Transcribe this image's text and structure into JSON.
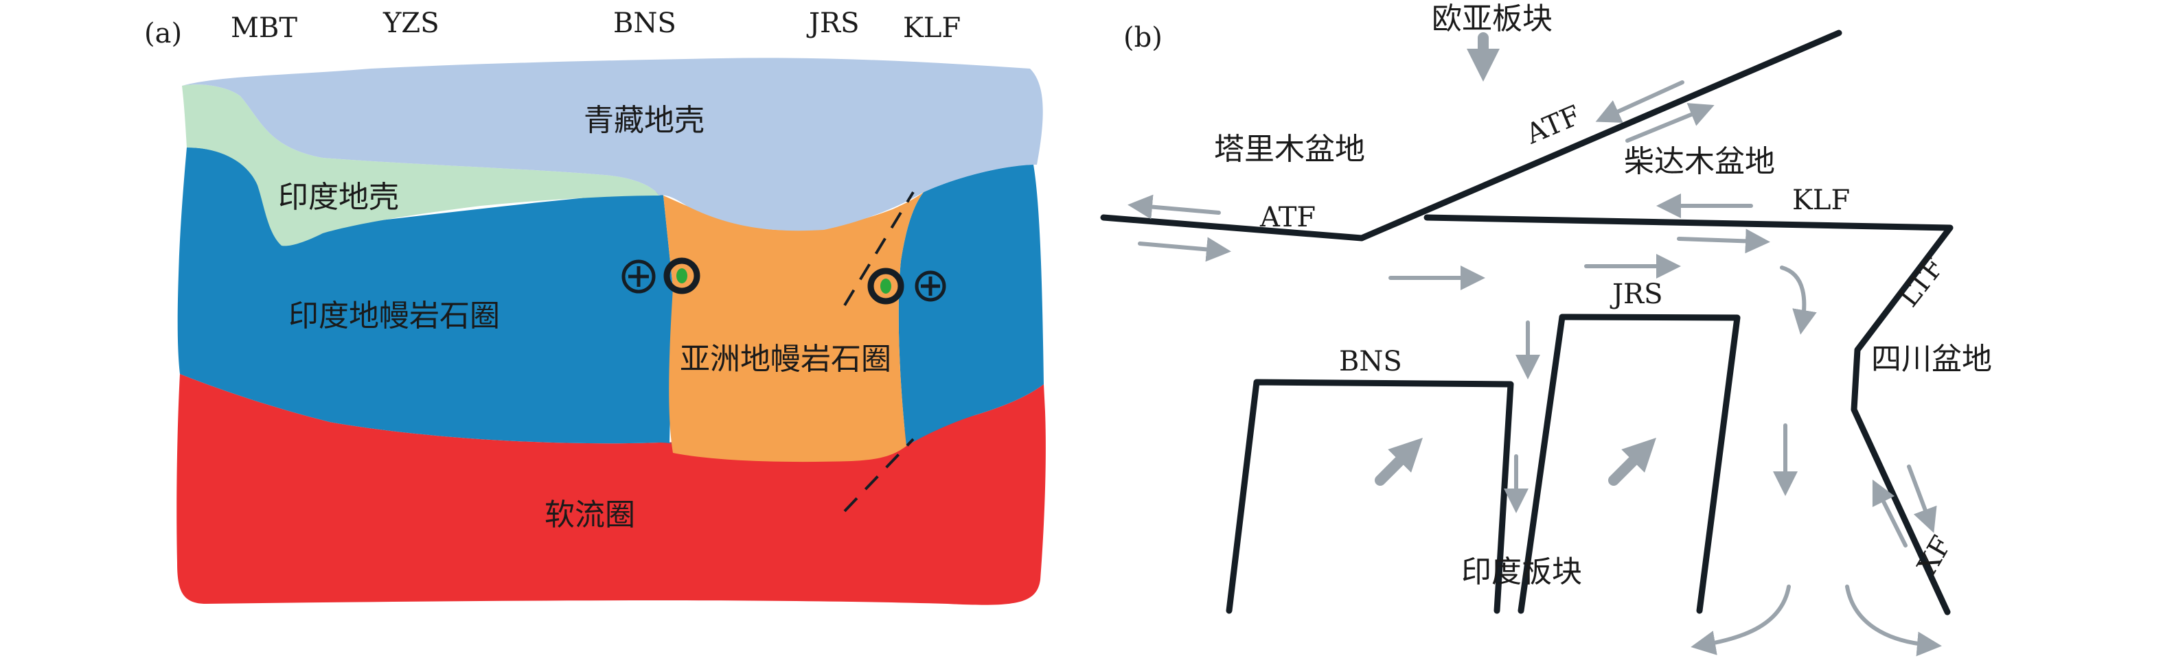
{
  "panel_a": {
    "tag": "(a)",
    "top_labels": [
      "MBT",
      "YZS",
      "BNS",
      "JRS",
      "KLF"
    ],
    "crust_tibet": "青藏地壳",
    "crust_india": "印度地壳",
    "lith_india": "印度地幔岩石圈",
    "lith_asia": "亚洲地幔岩石圈",
    "asthenosphere": "软流圈",
    "colors": {
      "tibet_crust": "#b3c9e6",
      "india_crust": "#bfe3c8",
      "india_lith": "#1a85bf",
      "asia_lith": "#f5a24f",
      "asthenosphere": "#ec3033"
    }
  },
  "panel_b": {
    "tag": "(b)",
    "eurasia": "欧亚板块",
    "tarim": "塔里木盆地",
    "qaidam": "柴达木盆地",
    "sichuan": "四川盆地",
    "india_plate": "印度板块",
    "faults": {
      "atf": "ATF",
      "klf": "KLF",
      "ltf": "LTF",
      "xf": "XF",
      "bns": "BNS",
      "jrs": "JRS"
    },
    "colors": {
      "fault": "#151d24",
      "arrow": "#9aa3ab"
    }
  }
}
